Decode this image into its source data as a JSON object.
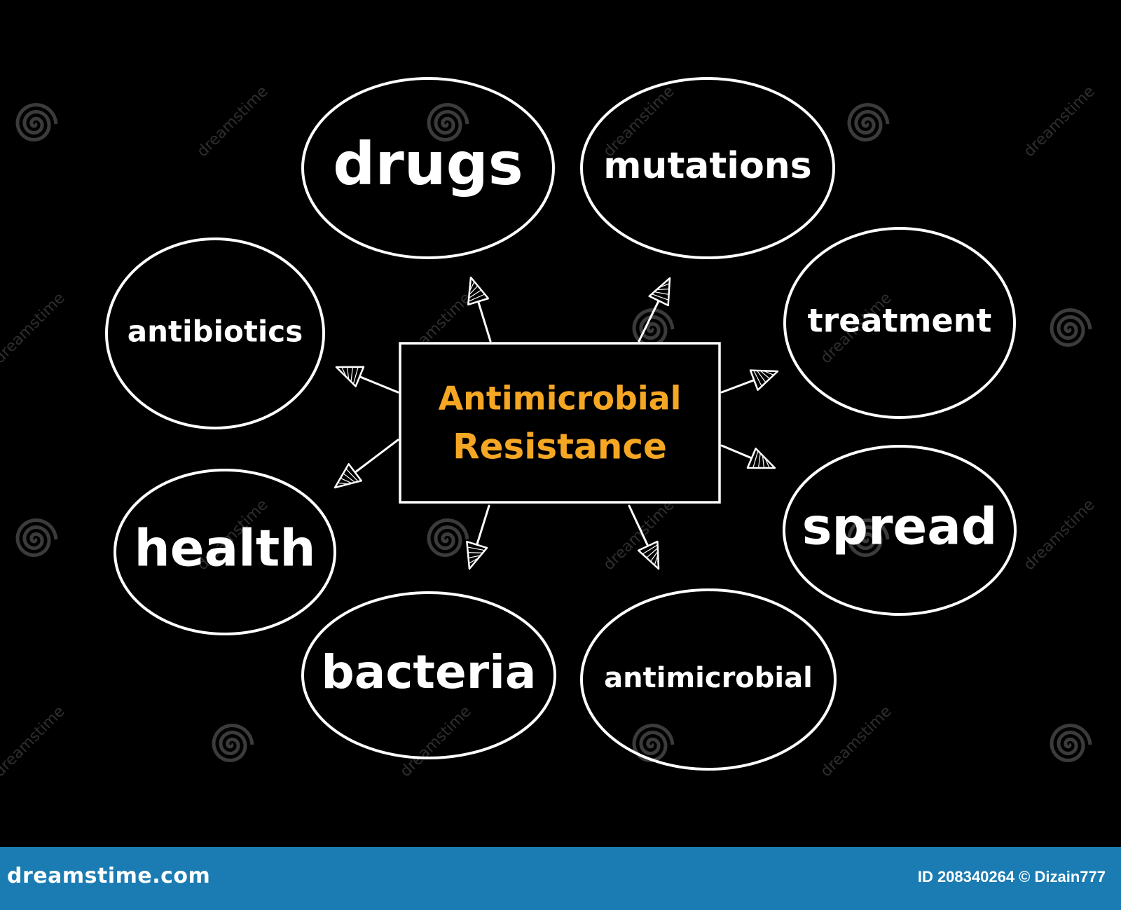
{
  "center": {
    "line1": "Antimicrobial",
    "line2": "Resistance",
    "color": "#f5a623"
  },
  "nodes": [
    {
      "id": "drugs",
      "label": "drugs"
    },
    {
      "id": "mutations",
      "label": "mutations"
    },
    {
      "id": "antibiotics",
      "label": "antibiotics"
    },
    {
      "id": "treatment",
      "label": "treatment"
    },
    {
      "id": "health",
      "label": "health"
    },
    {
      "id": "spread",
      "label": "spread"
    },
    {
      "id": "bacteria",
      "label": "bacteria"
    },
    {
      "id": "antimicrobial",
      "label": "antimicrobial"
    }
  ],
  "watermark": {
    "text": "dreamstime",
    "icon": "dreamstime-spiral-icon"
  },
  "footer": {
    "brand": "dreamstime.com",
    "credit": "ID 208340264 © Dizain777",
    "background": "#1a7cb3"
  }
}
